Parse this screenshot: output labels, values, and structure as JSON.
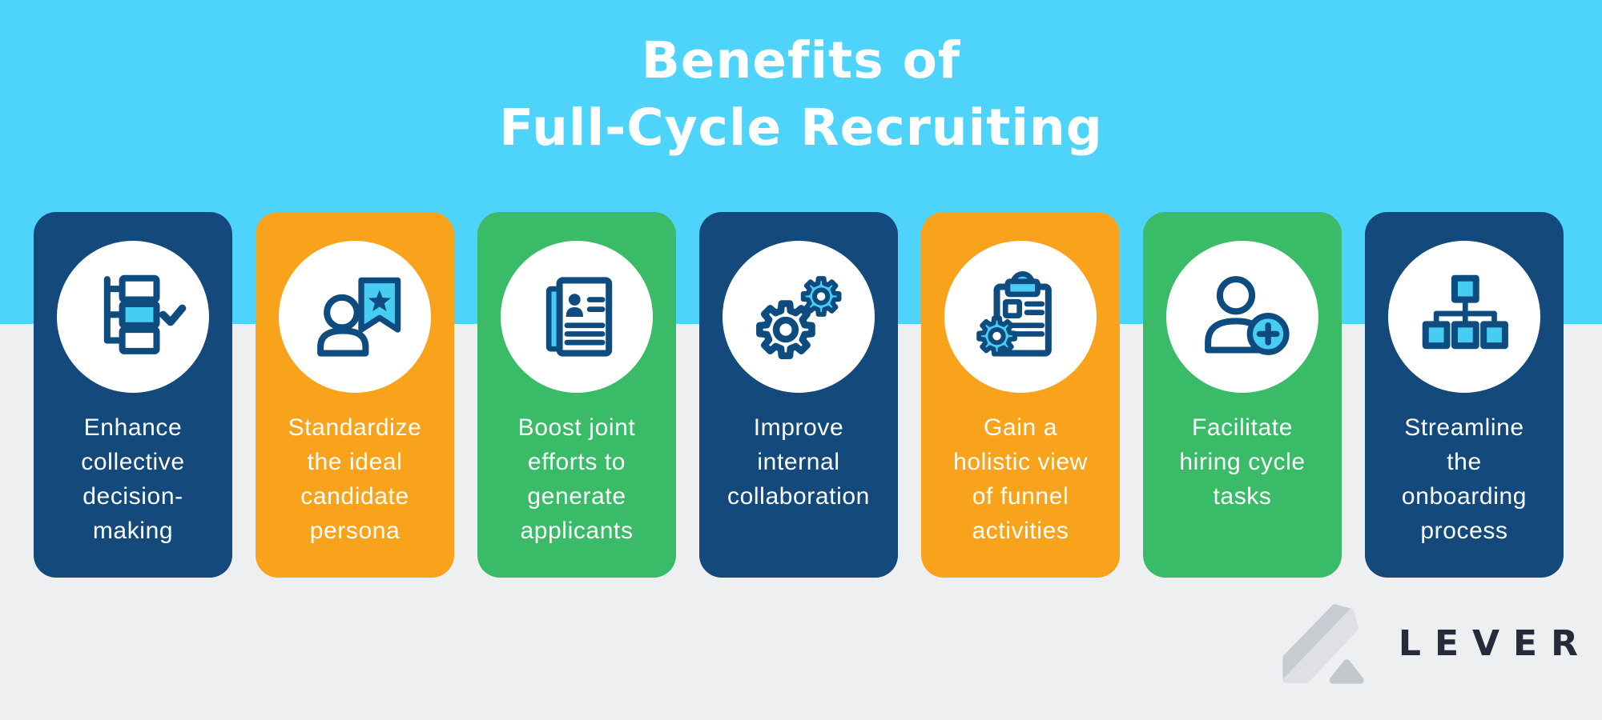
{
  "title": {
    "line1": "Benefits of",
    "line2": "Full-Cycle Recruiting"
  },
  "cards": [
    {
      "label": "Enhance\ncollective\ndecision-\nmaking",
      "color": "card_navy",
      "icon": "decision-tree-icon"
    },
    {
      "label": "Standardize\nthe ideal\ncandidate\npersona",
      "color": "card_orange",
      "icon": "candidate-badge-icon"
    },
    {
      "label": "Boost joint\nefforts to\ngenerate\napplicants",
      "color": "card_green",
      "icon": "resume-icon"
    },
    {
      "label": "Improve\ninternal\ncollaboration",
      "color": "card_navy",
      "icon": "gears-icon"
    },
    {
      "label": "Gain a\nholistic view\nof funnel\nactivities",
      "color": "card_orange",
      "icon": "clipboard-gear-icon"
    },
    {
      "label": "Facilitate\nhiring cycle\ntasks",
      "color": "card_green",
      "icon": "add-person-icon"
    },
    {
      "label": "Streamline\nthe\nonboarding\nprocess",
      "color": "card_navy",
      "icon": "org-chart-icon"
    }
  ],
  "footer": {
    "brand": "LEVER"
  },
  "colors": {
    "sky": "#4ED3FB",
    "page": "#EEEFF1",
    "ink": "#0E4C80",
    "accent": "#47CDF4",
    "card_navy": "#14497B",
    "card_orange": "#F9A21B",
    "card_green": "#3ABB67",
    "logo_gray_dark": "#C8CBD2",
    "logo_gray_light": "#DEE0E4",
    "logo_triangle": "#C3C7CE",
    "logo_text": "#252B3A"
  }
}
